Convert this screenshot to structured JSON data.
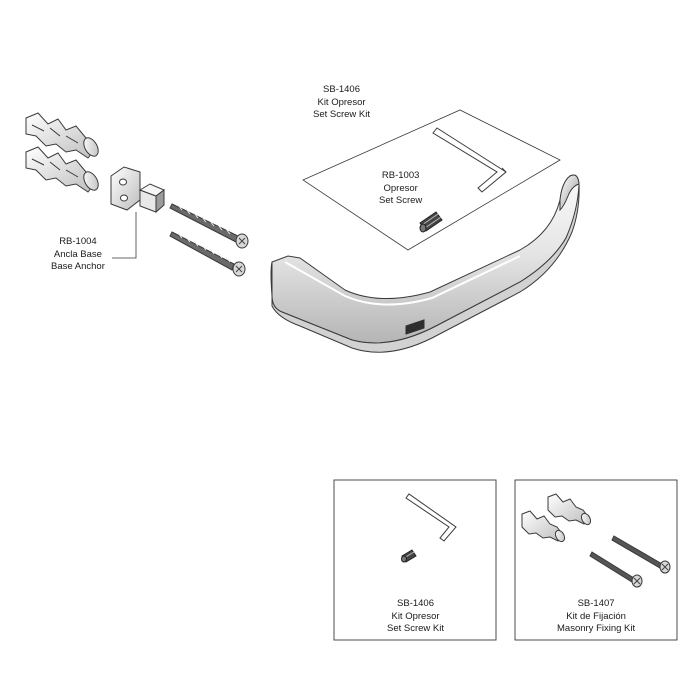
{
  "colors": {
    "line": "#3a3a3a",
    "metal_light": "#f4f4f4",
    "metal_mid": "#c9c9c9",
    "metal_dark": "#8c8c8c",
    "screw": "#555555",
    "plate": "#2e2e2e"
  },
  "callouts": {
    "set_screw_kit_top": {
      "code": "SB-1406",
      "es": "Kit Opresor",
      "en": "Set Screw Kit"
    },
    "set_screw": {
      "code": "RB-1003",
      "es": "Opresor",
      "en": "Set Screw"
    },
    "base_anchor": {
      "code": "RB-1004",
      "es": "Ancla Base",
      "en": "Base Anchor"
    }
  },
  "kits": {
    "set_screw_kit": {
      "code": "SB-1406",
      "es": "Kit Opresor",
      "en": "Set Screw Kit"
    },
    "masonry_fixing_kit": {
      "code": "SB-1407",
      "es": "Kit de Fijación",
      "en": "Masonry Fixing Kit"
    }
  }
}
